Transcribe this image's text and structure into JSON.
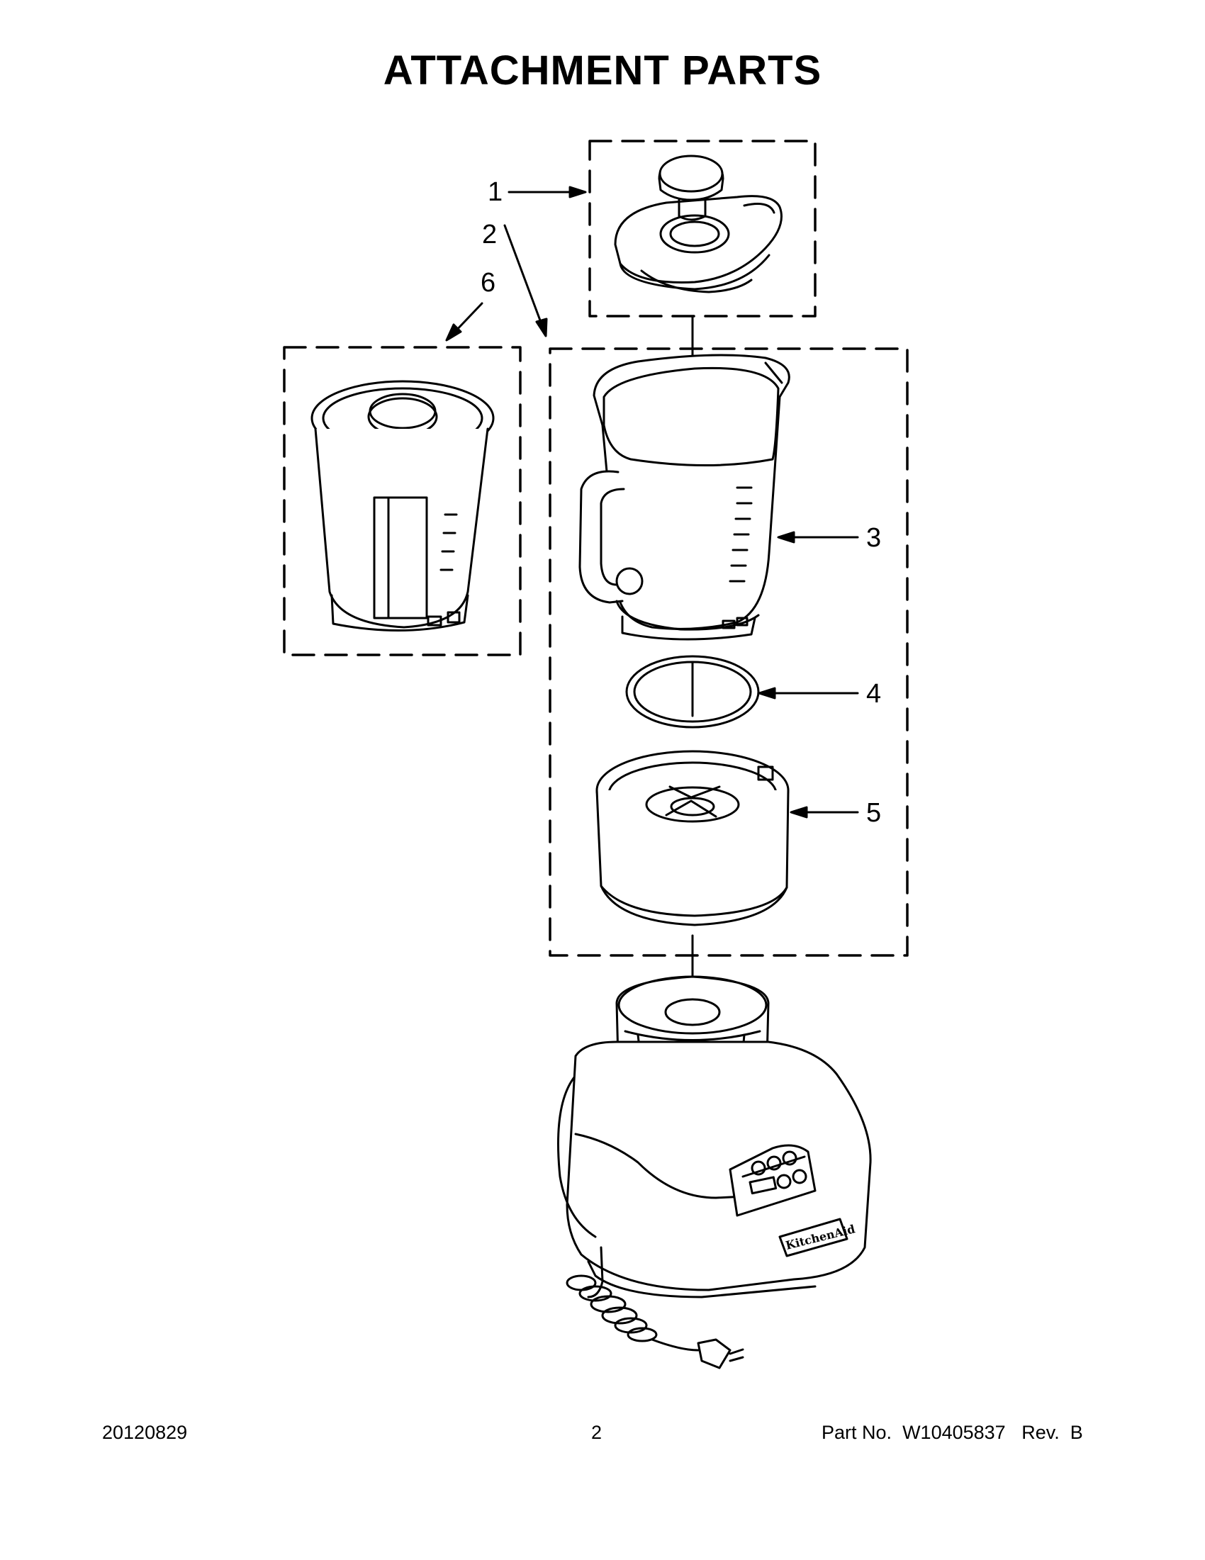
{
  "page": {
    "title": "ATTACHMENT PARTS"
  },
  "callouts": [
    "1",
    "2",
    "3",
    "4",
    "5",
    "6"
  ],
  "footer": {
    "date": "20120829",
    "page_number": "2",
    "part_label": "Part No.",
    "part_number": "W10405837",
    "rev_label": "Rev.",
    "rev_value": "B"
  },
  "appliance": {
    "logo_text": "KitchenAid"
  }
}
